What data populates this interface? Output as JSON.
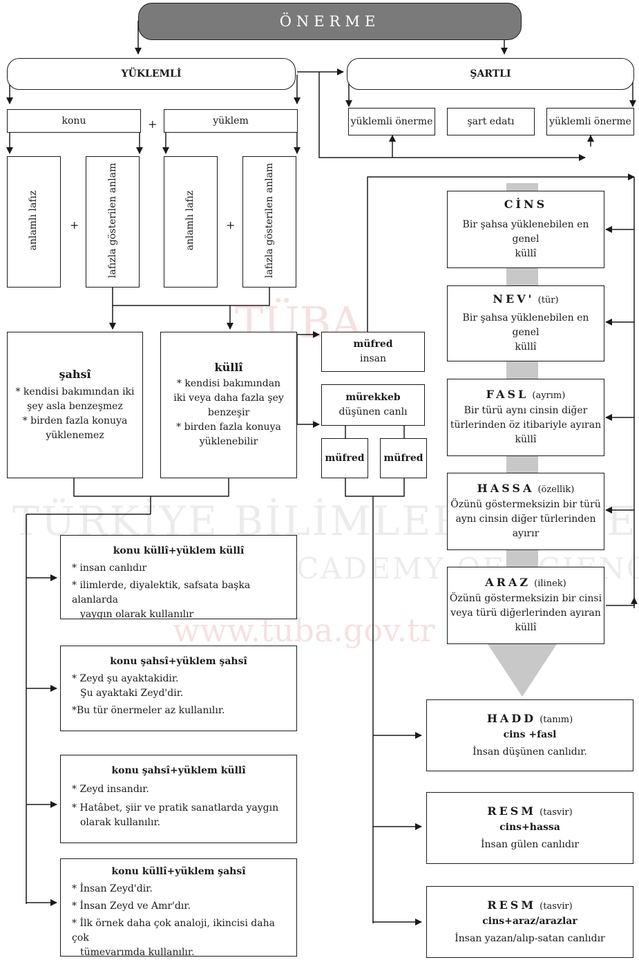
{
  "title": "ÖNERME",
  "yuklemli": "YÜKLEMLİ",
  "sartli": "ŞARTLI",
  "sartli_parts": [
    "yüklemli önerme",
    "şart edatı",
    "yüklemli önerme"
  ],
  "konu": "konu",
  "yuklem": "yüklem",
  "plus": "+",
  "anlamli_lafiz": "anlamlı lafız",
  "lafizla": "lafızla gösterilen anlam",
  "sahsi": {
    "title": "şahsî",
    "lines": [
      "* kendisi bakımından iki",
      "şey asla benzeşmez",
      "* birden fazla konuya",
      "yüklenemez"
    ]
  },
  "kulli": {
    "title": "küllî",
    "lines": [
      "* kendisi bakımından",
      "iki veya daha fazla şey",
      "benzeşir",
      "* birden fazla konuya",
      "yüklenebilir"
    ]
  },
  "mufred_box": {
    "title": "müfred",
    "sub": "insan"
  },
  "murekkeb_box": {
    "title": "mürekkeb",
    "sub": "düşünen canlı"
  },
  "mufred_small": "müfred",
  "left_boxes": [
    {
      "title": "konu küllî+yüklem küllî",
      "lines": [
        "* insan canlıdır",
        "* ilimlerde, diyalektik, safsata başka alanlarda",
        "yaygın olarak kullanılır"
      ]
    },
    {
      "title": "konu şahsî+yüklem şahsî",
      "lines": [
        "* Zeyd şu ayaktakidir.",
        "Şu ayaktaki Zeyd'dir.",
        "*Bu tür önermeler az kullanılır."
      ]
    },
    {
      "title": "konu şahsî+yüklem küllî",
      "lines": [
        "* Zeyd insandır.",
        "* Hatâbet, şiir ve pratik sanatlarda yaygın",
        "olarak kullanılır."
      ]
    },
    {
      "title": "konu küllî+yüklem şahsî",
      "lines": [
        "* İnsan Zeyd'dir.",
        "* İnsan Zeyd ve Amr'dır.",
        "* İlk örnek daha çok analoji, ikincisi daha çok",
        "tümevarımda kullanılır."
      ]
    }
  ],
  "right_boxes": [
    {
      "name": "CİNS",
      "paren": "",
      "lines": [
        "Bir şahsa yüklenebilen en genel",
        "küllî"
      ]
    },
    {
      "name": "NEV'",
      "paren": "(tür)",
      "lines": [
        "Bir şahsa yüklenebilen en genel",
        "küllî"
      ]
    },
    {
      "name": "FASL",
      "paren": "(ayrım)",
      "lines": [
        "Bir türü aynı cinsin diğer",
        "türlerinden öz itibariyle ayıran",
        "küllî"
      ]
    },
    {
      "name": "HASSA",
      "paren": "(özellik)",
      "lines": [
        "Özünü göstermeksizin bir türü",
        "aynı cinsin diğer türlerinden",
        "ayırır"
      ]
    },
    {
      "name": "ARAZ",
      "paren": "(ilinek)",
      "lines": [
        "Özünü göstermeksizin bir cinsi",
        "veya türü diğerlerinden ayıran",
        "küllî"
      ]
    }
  ],
  "bottom_boxes": [
    {
      "name": "HADD",
      "paren": "(tanım)",
      "formula": "cins +fasl",
      "example": "İnsan düşünen canlıdır."
    },
    {
      "name": "RESM",
      "paren": "(tasvir)",
      "formula": "cins+hassa",
      "example": "İnsan gülen canlıdır"
    },
    {
      "name": "RESM",
      "paren": "(tasvir)",
      "formula": "cins+araz/arazlar",
      "example": "İnsan yazan/alıp-satan canlıdır"
    }
  ],
  "watermark": {
    "logo": "TÜBA",
    "line1": "TÜRKİYE BİLİMLER AKADEMİSİ",
    "line2": "TURKISH ACADEMY OF SCIENCES",
    "line3": "www.tuba.gov.tr"
  }
}
